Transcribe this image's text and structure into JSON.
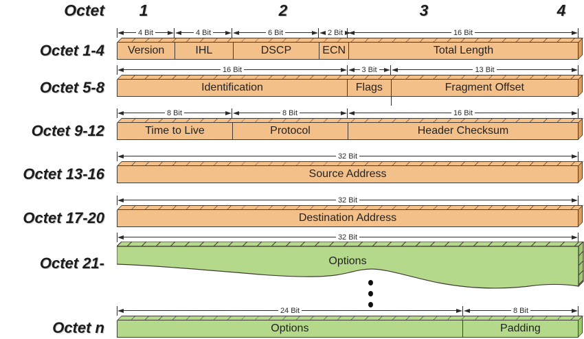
{
  "header": {
    "octet_label": "Octet",
    "columns": [
      "1",
      "2",
      "3",
      "4"
    ]
  },
  "colors": {
    "orange_fill": "#F4C08A",
    "orange_side": "#D99E61",
    "green_fill": "#B5D98A",
    "green_side": "#9CC96F",
    "line": "#3f3a33"
  },
  "rows": [
    {
      "label": "Octet 1-4",
      "color": "orange",
      "fields": [
        {
          "name": "Version",
          "bits": 4,
          "dim": "4 Bit"
        },
        {
          "name": "IHL",
          "bits": 4,
          "dim": "4 Bit"
        },
        {
          "name": "DSCP",
          "bits": 6,
          "dim": "6 Bit"
        },
        {
          "name": "ECN",
          "bits": 2,
          "dim": "2 Bit"
        },
        {
          "name": "Total Length",
          "bits": 16,
          "dim": "16 Bit"
        }
      ]
    },
    {
      "label": "Octet 5-8",
      "color": "orange",
      "boundary_tick_after_bits": 19,
      "fields": [
        {
          "name": "Identification",
          "bits": 16,
          "dim": "16 Bit"
        },
        {
          "name": "Flags",
          "bits": 3,
          "dim": "3 Bit"
        },
        {
          "name": "Fragment Offset",
          "bits": 13,
          "dim": "13 Bit"
        }
      ]
    },
    {
      "label": "Octet 9-12",
      "color": "orange",
      "fields": [
        {
          "name": "Time to Live",
          "bits": 8,
          "dim": "8 Bit"
        },
        {
          "name": "Protocol",
          "bits": 8,
          "dim": "8 Bit"
        },
        {
          "name": "Header Checksum",
          "bits": 16,
          "dim": "16 Bit"
        }
      ]
    },
    {
      "label": "Octet 13-16",
      "color": "orange",
      "fields": [
        {
          "name": "Source Address",
          "bits": 32,
          "dim": "32 Bit"
        }
      ]
    },
    {
      "label": "Octet 17-20",
      "color": "orange",
      "fields": [
        {
          "name": "Destination Address",
          "bits": 32,
          "dim": "32 Bit"
        }
      ]
    },
    {
      "label": "Octet 21-",
      "color": "green",
      "wavy": true,
      "fields": [
        {
          "name": "Options",
          "bits": 32,
          "dim": "32 Bit"
        }
      ]
    },
    {
      "label": "Octet n",
      "color": "green",
      "fields": [
        {
          "name": "Options",
          "bits": 24,
          "dim": "24 Bit"
        },
        {
          "name": "Padding",
          "bits": 8,
          "dim": "8 Bit"
        }
      ]
    }
  ],
  "ellipsis": {
    "dot_count": 3
  }
}
